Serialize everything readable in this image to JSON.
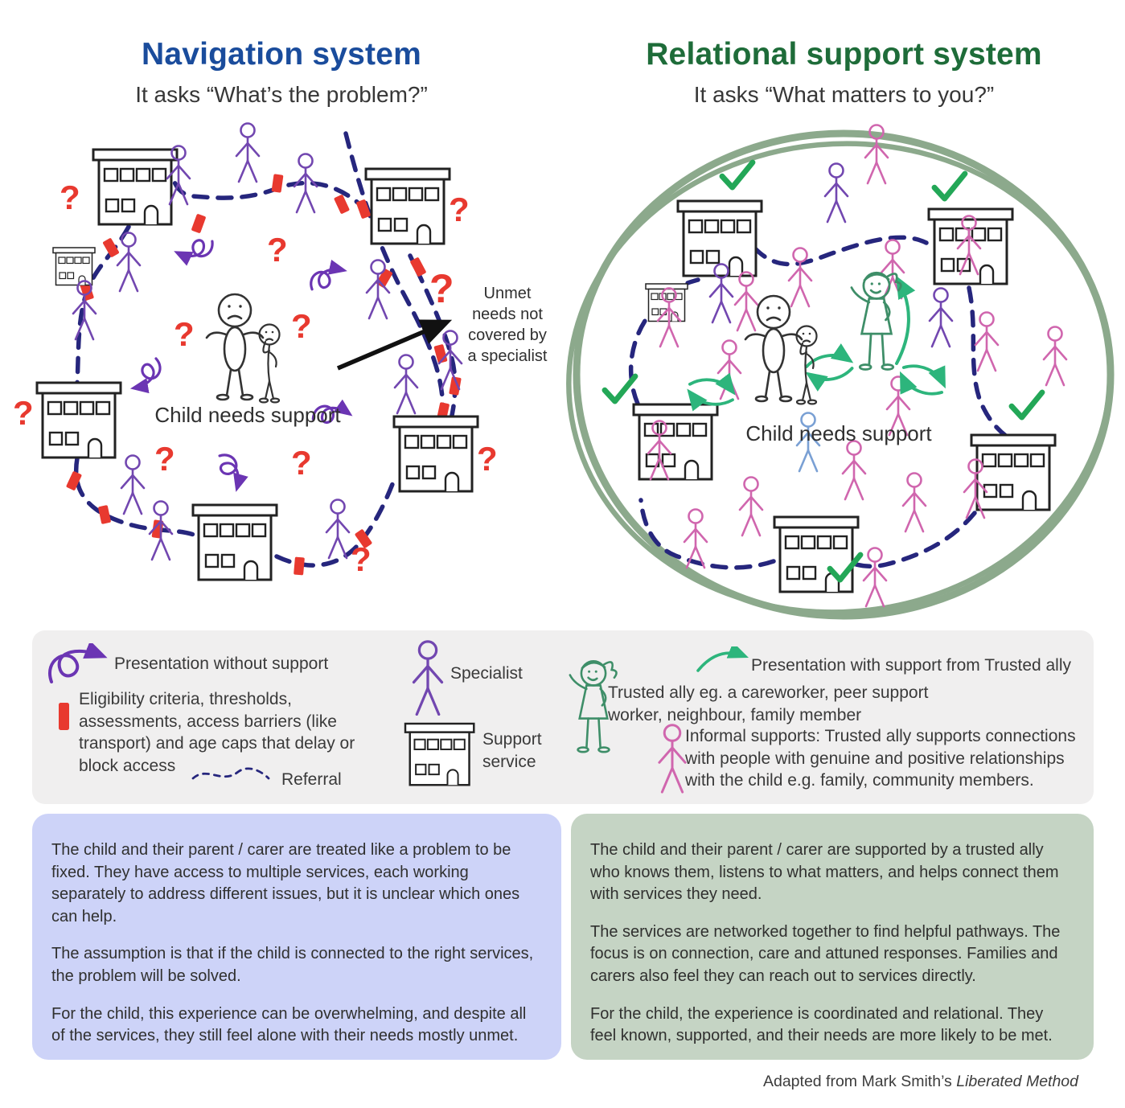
{
  "glyphs": {
    "question_mark": "?"
  },
  "header": {
    "left": {
      "title": "Navigation system",
      "subtitle": "It asks “What’s the problem?”"
    },
    "right": {
      "title": "Relational support system",
      "subtitle": "It asks “What matters to you?”"
    }
  },
  "left_diagram": {
    "center_label": "Child needs support",
    "unmet_note": "Unmet needs not covered by a specialist"
  },
  "right_diagram": {
    "center_label": "Child needs support"
  },
  "legend": {
    "presentation_without_support": "Presentation without support",
    "eligibility": "Eligibility criteria, thresholds, assessments, access barriers (like transport) and age caps that delay or block access",
    "referral": "Referral",
    "specialist": "Specialist",
    "support_service": "Support service",
    "presentation_with_support": "Presentation with support from Trusted ally",
    "trusted_ally": "Trusted ally eg. a careworker, peer support worker, neighbour, family member",
    "informal_supports": "Informal supports: Trusted ally supports connections with people with genuine and positive relationships with the child e.g. family, community members."
  },
  "summary_boxes": {
    "navigation": {
      "paragraphs": [
        "The child and their parent / carer are treated like a problem to be fixed. They have access to multiple services, each working separately to address different issues, but it is unclear which ones can help.",
        "The assumption is that if the child is connected to the right services, the problem will be solved.",
        "For the child, this experience can be overwhelming, and despite all of the services, they still feel alone with their needs mostly unmet."
      ]
    },
    "relational": {
      "paragraphs": [
        "The child and their parent / carer are supported by a trusted ally who knows them, listens to what matters, and helps connect them with services they need.",
        "The services are networked together to find helpful pathways. The focus is on connection, care and attuned responses. Families and carers also feel they can reach out to services directly.",
        "For the child, the experience is coordinated and relational. They feel known, supported, and their needs are more likely to be met."
      ]
    }
  },
  "footer": {
    "prefix": "Adapted from Mark Smith’s ",
    "work": "Liberated Method"
  },
  "colors": {
    "navigation_title": "#1A4C9C",
    "relational_title": "#1E6C39",
    "question_red": "#E8392F",
    "referral_navy": "#26267D",
    "specialist_purple": "#7247B0",
    "squiggle_purple": "#6B35B3",
    "ally_arrow_green": "#2DB57C",
    "check_green": "#23A757",
    "circle_sage": "#8CA98C",
    "informal_pink": "#D066AE",
    "legend_bg": "#F0EFEF",
    "navigation_box_bg": "#CDD3F8",
    "relational_box_bg": "#C5D4C4"
  }
}
